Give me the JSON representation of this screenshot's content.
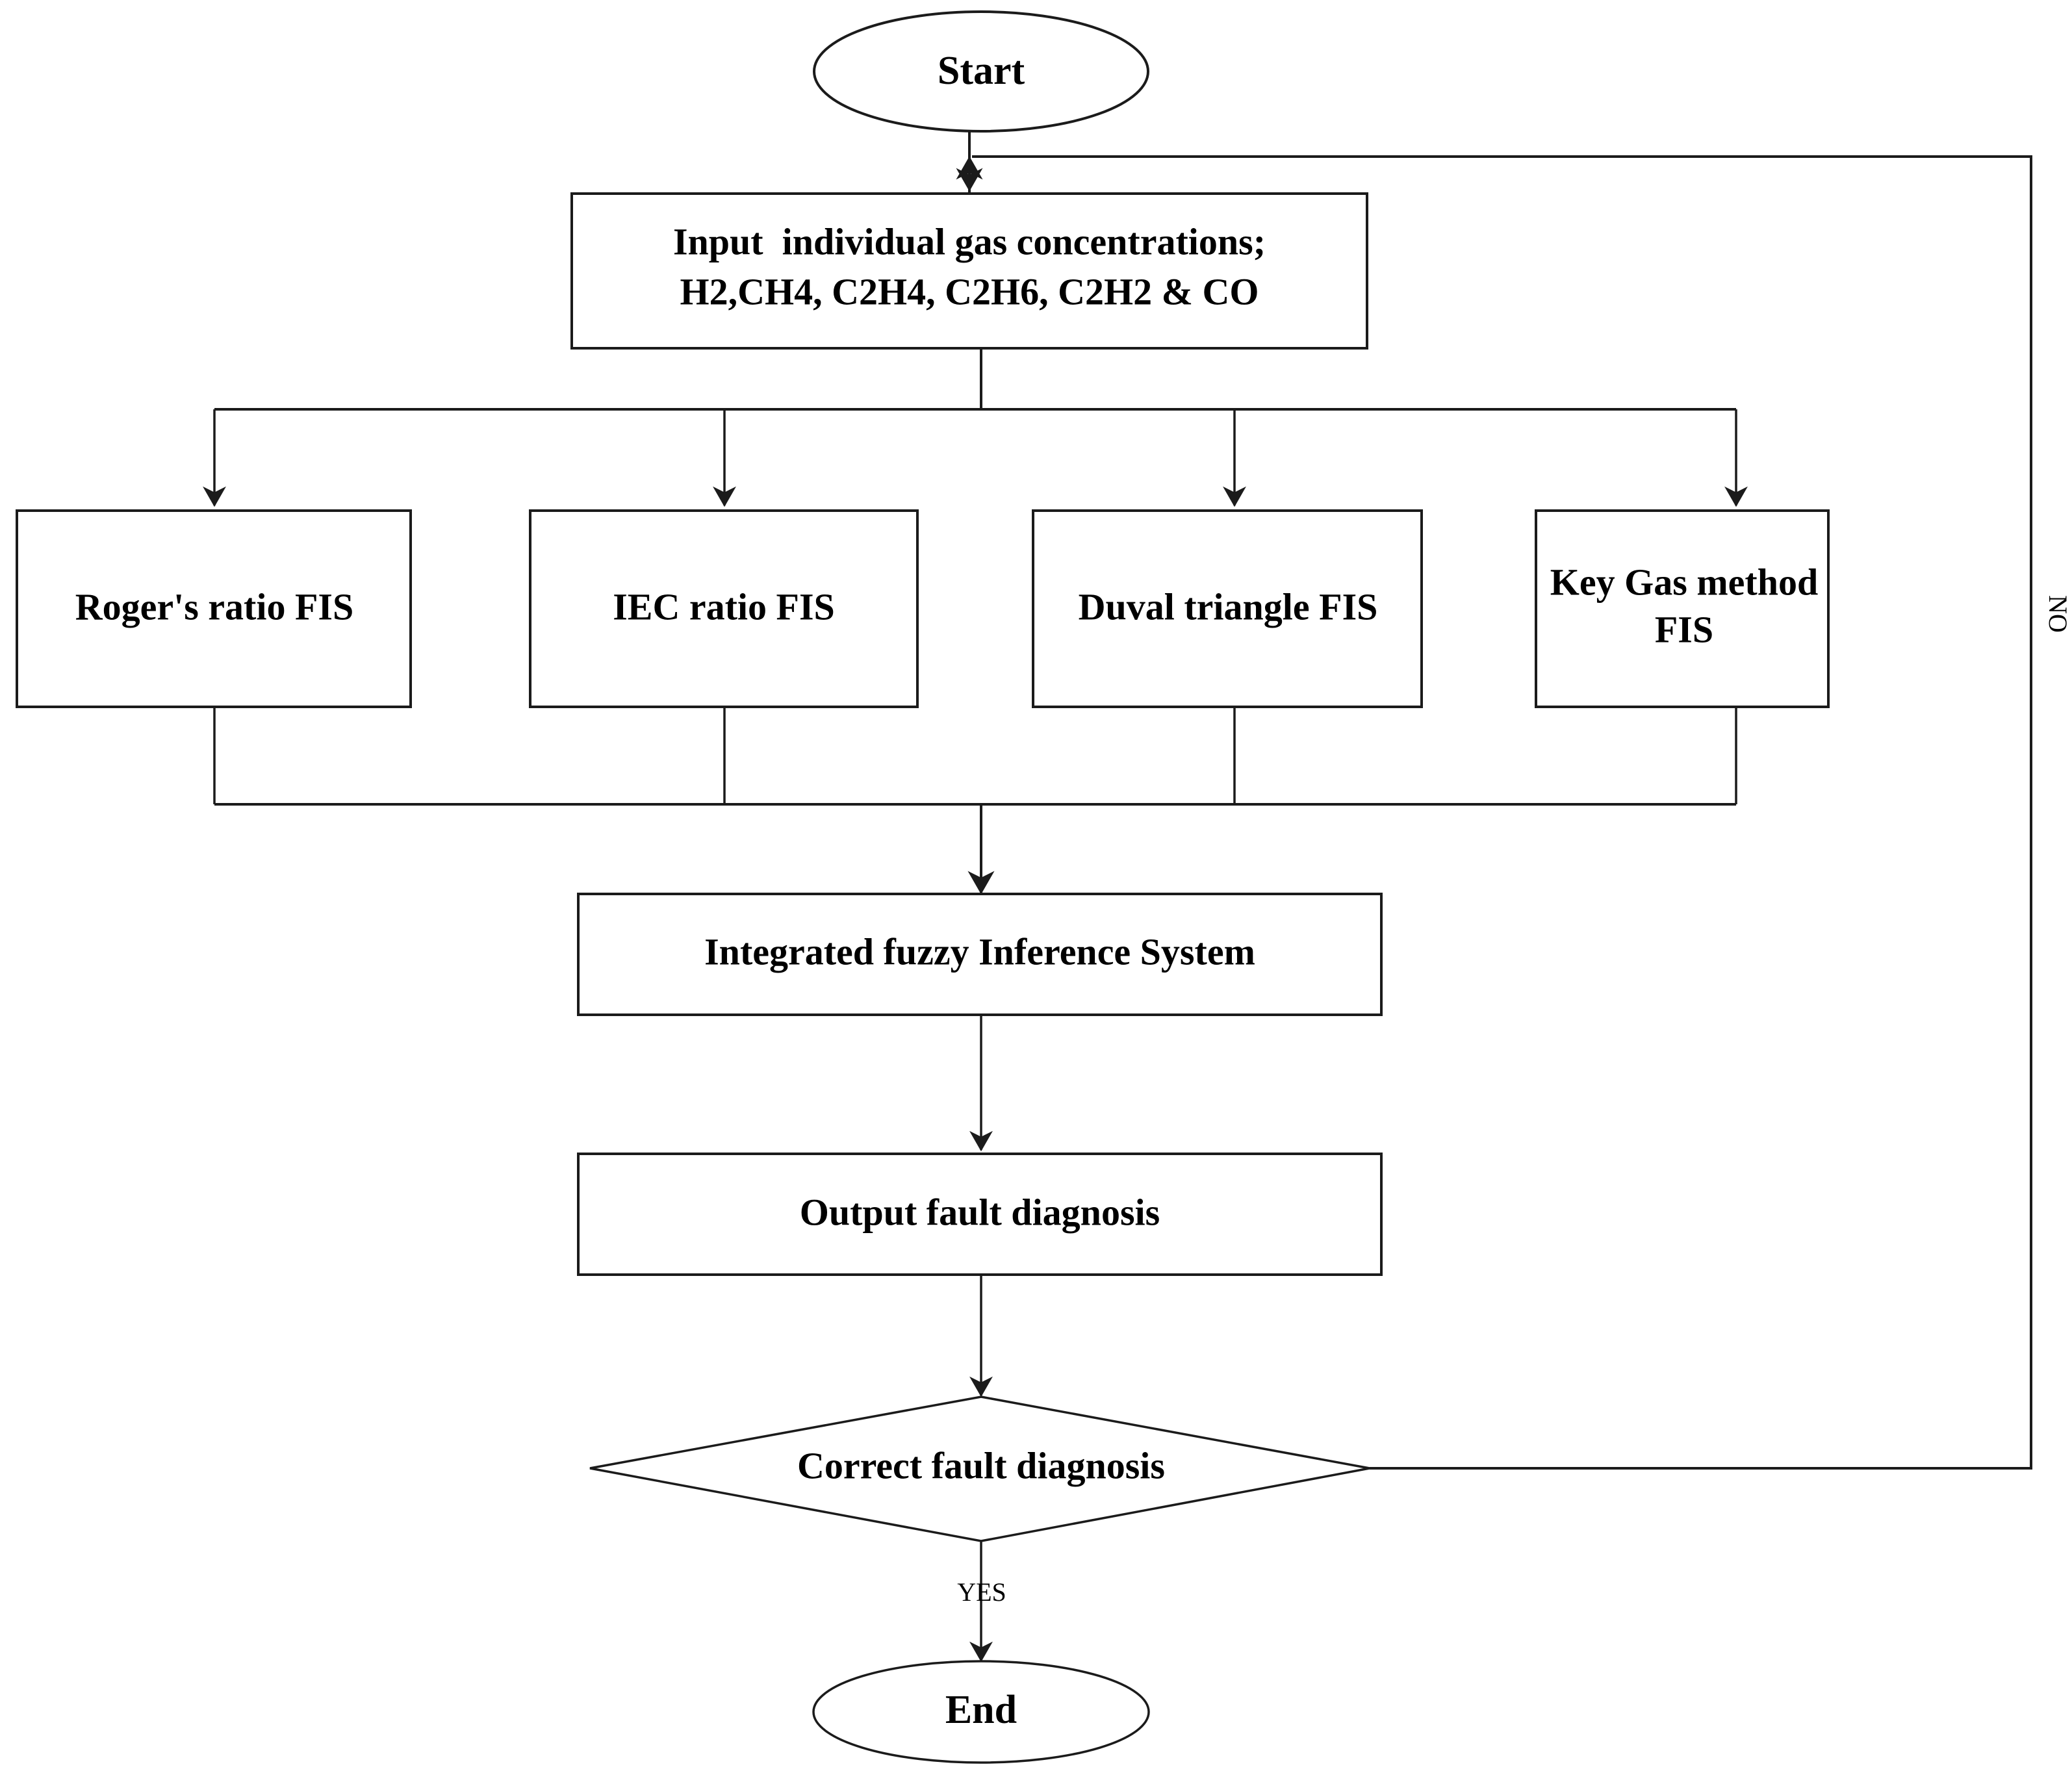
{
  "diagram": {
    "title": "Transformer fault diagnosis fuzzy inference flowchart",
    "type": "flowchart",
    "stroke_color": "#1b1b1b",
    "fill_color": "#ffffff",
    "text_color": "#000000"
  },
  "nodes": {
    "start": {
      "label": "Start",
      "shape": "ellipse"
    },
    "input": {
      "line1": "Input  individual gas concentrations;",
      "line2": "H2,CH4, C2H4, C2H6, C2H2 & CO",
      "shape": "rectangle"
    },
    "fis": [
      {
        "label": "Roger's ratio FIS",
        "shape": "rectangle"
      },
      {
        "label": "IEC ratio FIS",
        "shape": "rectangle"
      },
      {
        "label": "Duval triangle FIS",
        "shape": "rectangle"
      },
      {
        "line1": "Key Gas method",
        "line2": "FIS",
        "shape": "rectangle"
      }
    ],
    "integrated": {
      "label": "Integrated fuzzy Inference System",
      "shape": "rectangle"
    },
    "output": {
      "label": "Output fault diagnosis",
      "shape": "rectangle"
    },
    "decision": {
      "label": "Correct fault diagnosis",
      "shape": "diamond"
    },
    "end": {
      "label": "End",
      "shape": "ellipse"
    }
  },
  "edge_labels": {
    "no": "NO",
    "yes": "YES"
  }
}
